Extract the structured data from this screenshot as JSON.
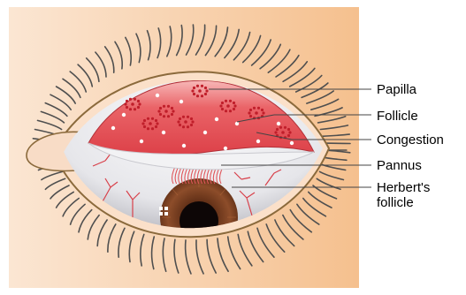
{
  "labels": {
    "papilla": "Papilla",
    "follicle": "Follicle",
    "congestion": "Congestion",
    "pannus": "Pannus",
    "herberts_line1": "Herbert's",
    "herberts_line2": "follicle"
  },
  "colors": {
    "background_left": "#fbe3cf",
    "background_right": "#f6c394",
    "lid_red": "#e24a52",
    "lid_pale": "#f7b4b6",
    "sclera": "#e9e9ec",
    "iris": "#8a4a26",
    "pupil": "#0d0606",
    "lashes": "#505050",
    "leader_lines": "#444444"
  }
}
